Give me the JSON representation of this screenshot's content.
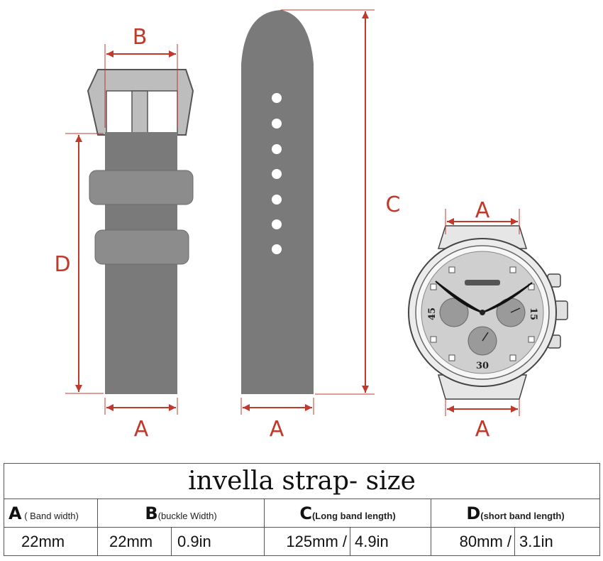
{
  "diagram": {
    "labels": {
      "short_band_width": "A",
      "long_band_width": "A",
      "buckle_width": "B",
      "long_band_length": "C",
      "short_band_length": "D",
      "watch_top_width": "A",
      "watch_bottom_width": "A"
    },
    "dial_numbers": {
      "left": "45",
      "right": "15",
      "bottom": "30"
    },
    "colors": {
      "dimension": "#c0392b",
      "strap": "#7a7a7a",
      "buckle": "#bdbdbd",
      "dial": "#cfcfcf"
    }
  },
  "table": {
    "title": "invella strap- size",
    "headers": {
      "a_letter": "A",
      "a_desc": " ( Band width)",
      "b_letter": "B",
      "b_desc": "(buckle Width)",
      "c_letter": "C",
      "c_desc": "(Long band length)",
      "d_letter": "D",
      "d_desc": "(short band length)"
    },
    "values": {
      "a": "22mm",
      "b_mm": "22mm",
      "b_in": "0.9in",
      "c_mm": "125mm /",
      "c_in": "4.9in",
      "d_mm": "80mm /",
      "d_in": "3.1in"
    }
  }
}
